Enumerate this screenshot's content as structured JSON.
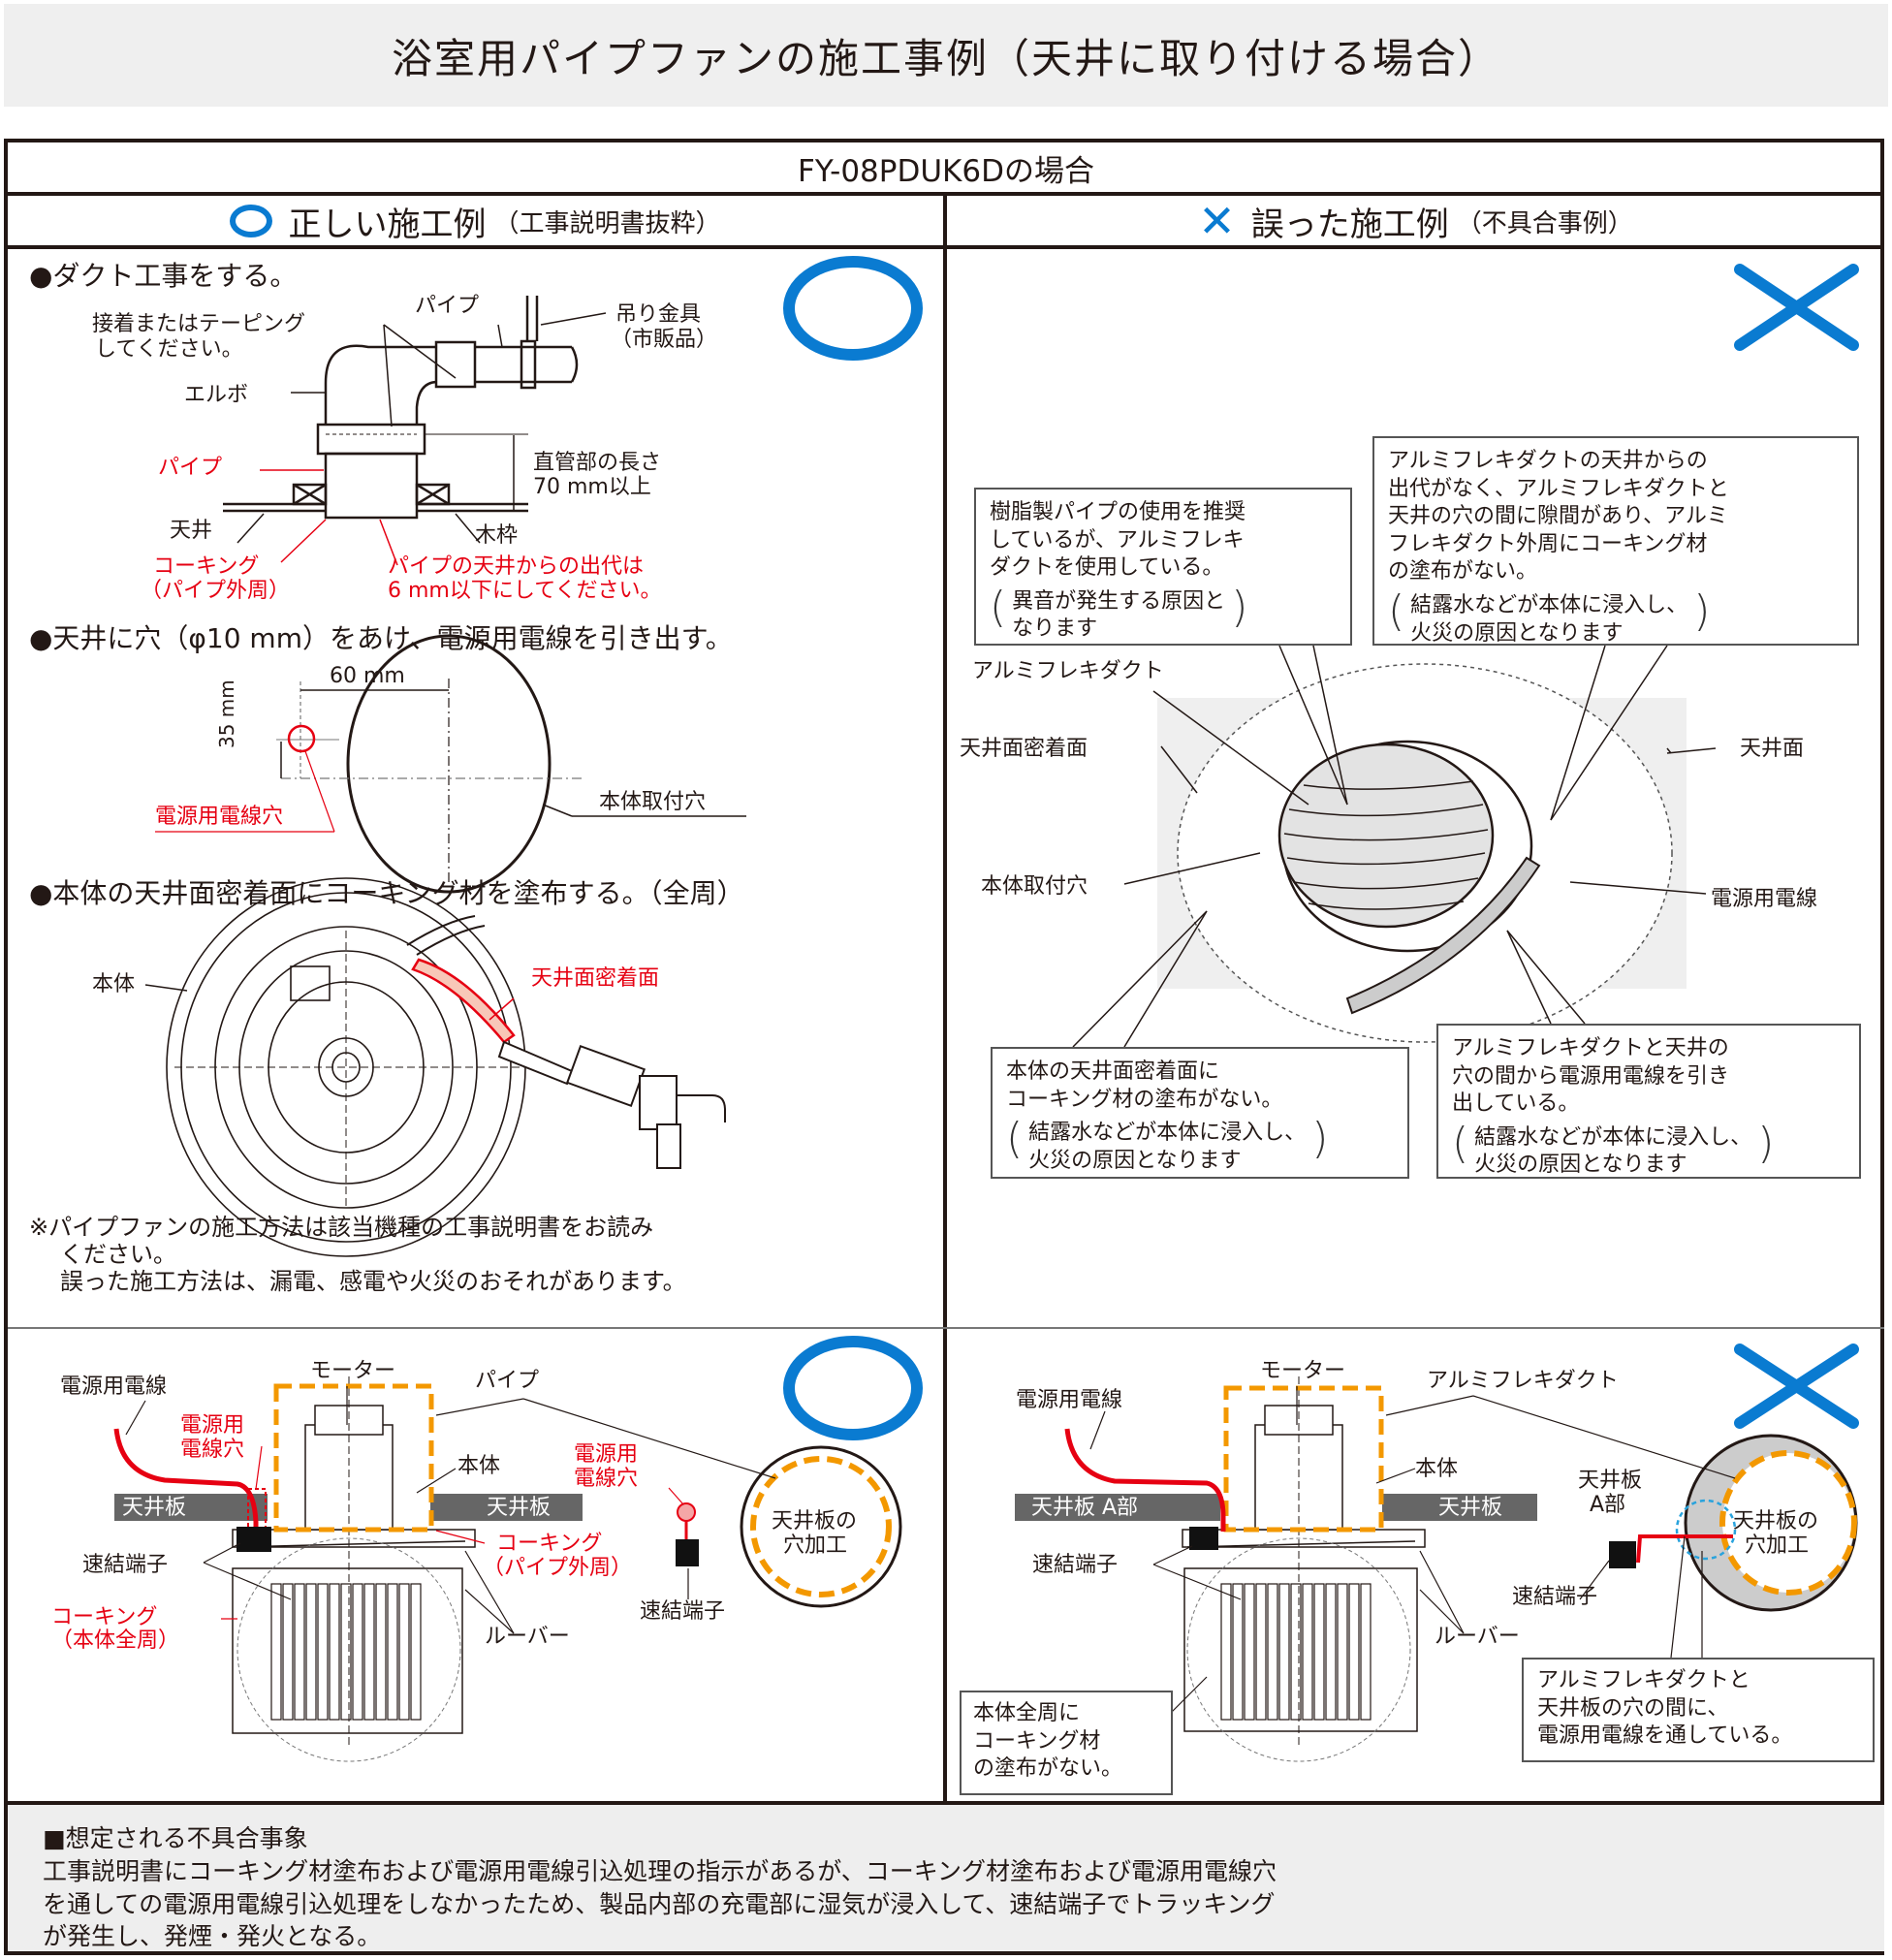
{
  "page_title": "浴室用パイプファンの施工事例（天井に取り付ける場合）",
  "model_heading": "FY-08PDUK6Dの場合",
  "colors": {
    "accent_blue": "#0a7bd1",
    "warning_red": "#e60012",
    "highlight_orange": "#f39800",
    "frame": "#231815"
  },
  "correct_column": {
    "mark_icon": "circle-mark-icon",
    "heading": "正しい施工例",
    "subheading": "（工事説明書抜粋）",
    "step1": {
      "title": "●ダクト工事をする。",
      "labels": {
        "pipe_top": "パイプ",
        "hanger": "吊り金具",
        "hanger_note": "（市販品）",
        "tape_line1": "接着またはテーピング",
        "tape_line2": "してください。",
        "elbow": "エルボ",
        "pipe_red": "パイプ",
        "straight_line1": "直管部の長さ",
        "straight_line2": "70 mm以上",
        "ceiling": "天井",
        "frame": "木枠",
        "caulk_line1": "コーキング",
        "caulk_line2": "（パイプ外周）",
        "protrude_line1": "パイプの天井からの出代は",
        "protrude_line2": "6 mm以下にしてください。"
      }
    },
    "step2": {
      "title": "●天井に穴（φ10 mm）をあけ、電源用電線を引き出す。",
      "labels": {
        "dim_h": "60 mm",
        "dim_v": "35 mm",
        "wire_hole": "電源用電線穴",
        "body_hole": "本体取付穴"
      }
    },
    "step3": {
      "title": "●本体の天井面密着面にコーキング材を塗布する。（全周）",
      "labels": {
        "body": "本体",
        "seal_surface": "天井面密着面"
      }
    },
    "notes": [
      "※パイプファンの施工方法は該当機種の工事説明書をお読み",
      "ください。",
      "誤った施工方法は、漏電、感電や火災のおそれがあります。"
    ]
  },
  "wrong_column": {
    "mark_icon": "cross-mark-icon",
    "heading": "誤った施工例",
    "subheading": "（不具合事例）",
    "callouts": [
      {
        "lines": [
          "樹脂製パイプの使用を推奨",
          "しているが、アルミフレキ",
          "ダクトを使用している。"
        ],
        "note": [
          "異音が発生する原因と",
          "なります"
        ]
      },
      {
        "lines": [
          "アルミフレキダクトの天井からの",
          "出代がなく、アルミフレキダクトと",
          "天井の穴の間に隙間があり、アルミ",
          "フレキダクト外周にコーキング材",
          "の塗布がない。"
        ],
        "note": [
          "結露水などが本体に浸入し、",
          "火災の原因となります"
        ]
      },
      {
        "lines": [
          "本体の天井面密着面に",
          "コーキング材の塗布がない。"
        ],
        "note": [
          "結露水などが本体に浸入し、",
          "火災の原因となります"
        ]
      },
      {
        "lines": [
          "アルミフレキダクトと天井の",
          "穴の間から電源用電線を引き",
          "出している。"
        ],
        "note": [
          "結露水などが本体に浸入し、",
          "火災の原因となります"
        ]
      }
    ],
    "labels": {
      "alumi_duct": "アルミフレキダクト",
      "seal_surface": "天井面密着面",
      "ceiling_surface": "天井面",
      "body_hole": "本体取付穴",
      "power_wire": "電源用電線"
    }
  },
  "lower_correct": {
    "labels": {
      "power_wire": "電源用電線",
      "motor": "モーター",
      "pipe": "パイプ",
      "wire_hole_line1": "電源用",
      "wire_hole_line2": "電線穴",
      "body": "本体",
      "board_left": "天井板",
      "board_right": "天井板",
      "caulk_pipe_line1": "コーキング",
      "caulk_pipe_line2": "（パイプ外周）",
      "wire_hole2_line1": "電源用",
      "wire_hole2_line2": "電線穴",
      "hole_work_line1": "天井板の",
      "hole_work_line2": "穴加工",
      "terminal": "速結端子",
      "terminal2": "速結端子",
      "caulk_body_line1": "コーキング",
      "caulk_body_line2": "（本体全周）",
      "louver": "ルーバー"
    }
  },
  "lower_wrong": {
    "labels": {
      "power_wire": "電源用電線",
      "motor": "モーター",
      "alumi_duct": "アルミフレキダクト",
      "body": "本体",
      "board_left": "天井板 A部",
      "board_right": "天井板",
      "board_a_line1": "天井板",
      "board_a_line2": "A部",
      "hole_work_line1": "天井板の",
      "hole_work_line2": "穴加工",
      "terminal": "速結端子",
      "terminal2": "速結端子",
      "louver": "ルーバー"
    },
    "callout_left": [
      "本体全周に",
      "コーキング材",
      "の塗布がない。"
    ],
    "callout_right": [
      "アルミフレキダクトと",
      "天井板の穴の間に、",
      "電源用電線を通している。"
    ]
  },
  "summary": {
    "heading": "■想定される不具合事象",
    "lines": [
      "工事説明書にコーキング材塗布および電源用電線引込処理の指示があるが、コーキング材塗布および電源用電線穴",
      "を通しての電源用電線引込処理をしなかったため、製品内部の充電部に湿気が浸入して、速結端子でトラッキング",
      "が発生し、発煙・発火となる。"
    ]
  }
}
